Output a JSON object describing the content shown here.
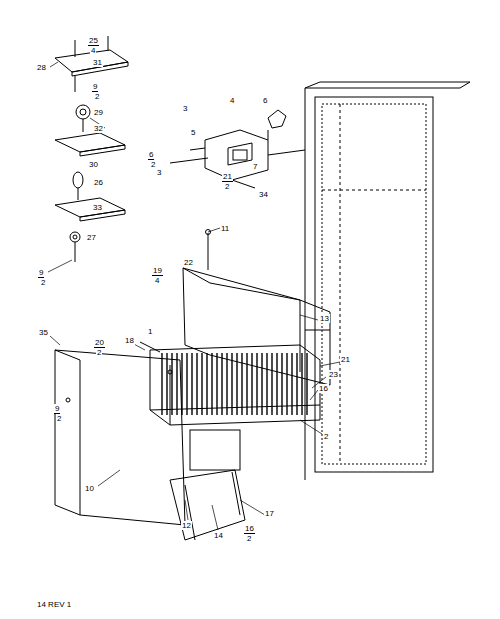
{
  "diagram": {
    "labels": [
      "25",
      "4",
      "31",
      "28",
      "9",
      "2",
      "29",
      "32",
      "30",
      "26",
      "33",
      "27",
      "9",
      "2",
      "3",
      "4",
      "6",
      "5",
      "6",
      "2",
      "3",
      "7",
      "21",
      "2",
      "34",
      "11",
      "22",
      "19",
      "4",
      "13",
      "35",
      "20",
      "2",
      "18",
      "1",
      "21",
      "23",
      "16",
      "2",
      "9",
      "2",
      "10",
      "12",
      "14",
      "16",
      "2",
      "17",
      "14 REV 1"
    ]
  }
}
